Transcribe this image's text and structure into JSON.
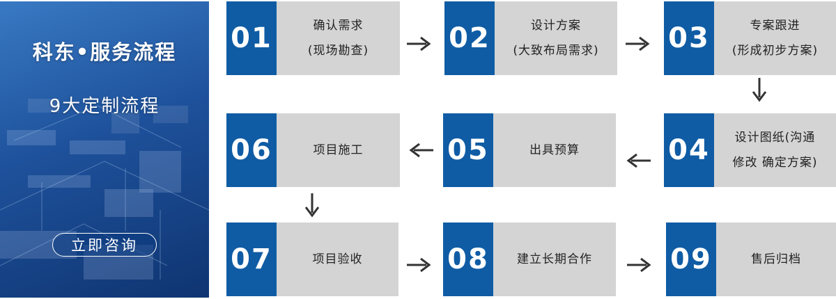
{
  "hero": {
    "title": "科东•服务流程",
    "subtitle": "9大定制流程",
    "consult_label": "立即咨询"
  },
  "colors": {
    "accent": "#0f5ca5",
    "box": "#d4d4d4",
    "arrow": "#333333"
  },
  "steps": [
    {
      "num": "01",
      "line1": "确认需求",
      "line2": "(现场勘查)"
    },
    {
      "num": "02",
      "line1": "设计方案",
      "line2": "(大致布局需求)"
    },
    {
      "num": "03",
      "line1": "专案跟进",
      "line2": "(形成初步方案)"
    },
    {
      "num": "04",
      "line1": "设计图纸(沟通",
      "line2": "修改 确定方案)"
    },
    {
      "num": "05",
      "line1": "出具预算",
      "line2": ""
    },
    {
      "num": "06",
      "line1": "项目施工",
      "line2": ""
    },
    {
      "num": "07",
      "line1": "项目验收",
      "line2": ""
    },
    {
      "num": "08",
      "line1": "建立长期合作",
      "line2": ""
    },
    {
      "num": "09",
      "line1": "售后归档",
      "line2": ""
    }
  ]
}
